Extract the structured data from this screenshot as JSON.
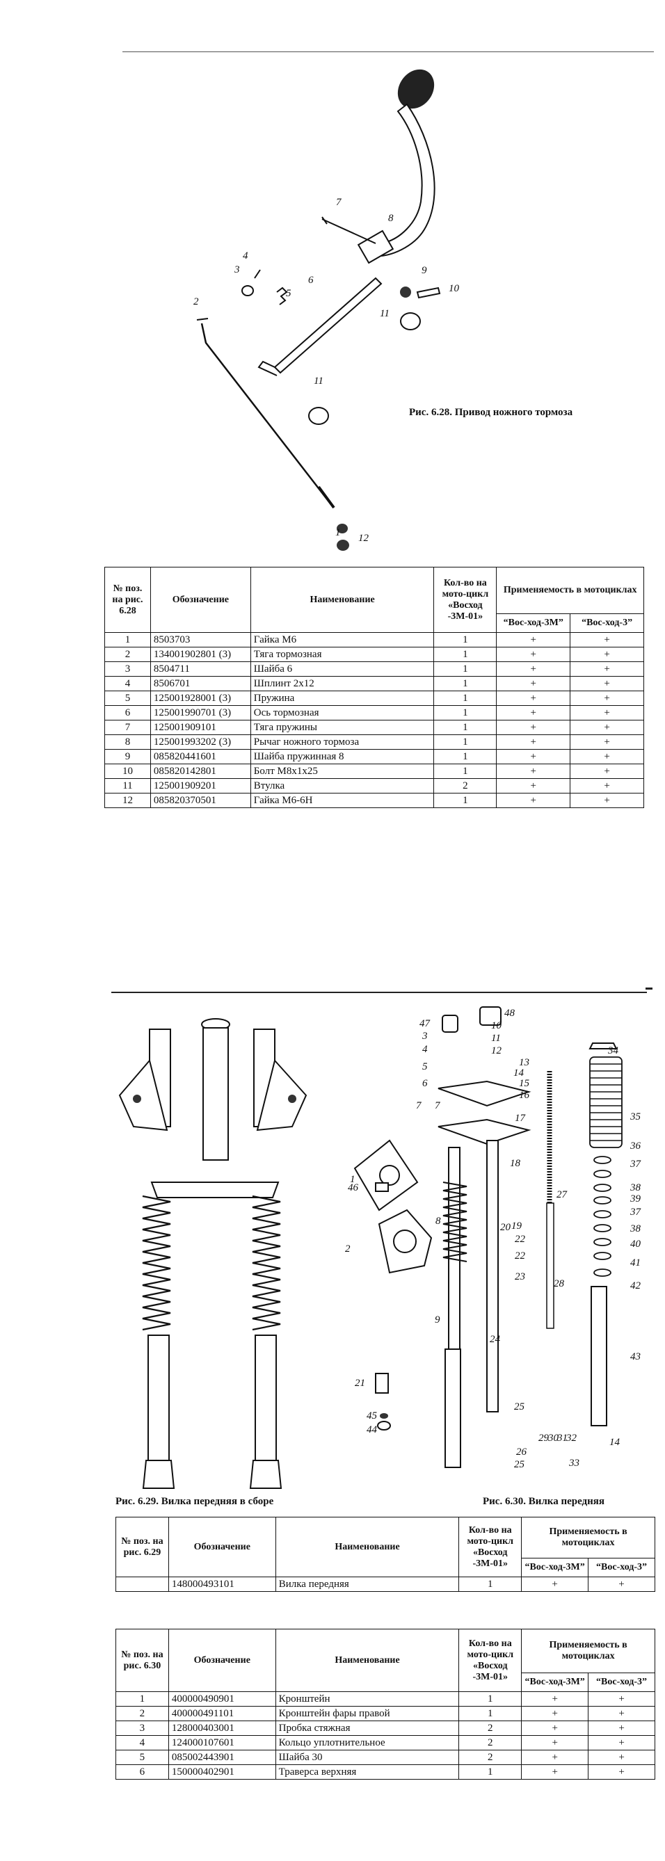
{
  "fig628": {
    "caption": "Рис. 6.28. Привод ножного тормоза",
    "callouts": [
      "1",
      "2",
      "3",
      "4",
      "5",
      "6",
      "7",
      "8",
      "9",
      "10",
      "11",
      "11",
      "12"
    ]
  },
  "table1": {
    "headers": {
      "pos": "№ поз. на рис. 6.28",
      "designation": "Обозначение",
      "name": "Наименование",
      "qty": "Кол-во на мото-цикл «Восход -3М-01»",
      "applicability": "Применяемость в мотоциклах",
      "col1": "“Вос-ход-3М”",
      "col2": "“Вос-ход-3”"
    },
    "rows": [
      [
        "1",
        "8503703",
        "Гайка М6",
        "1",
        "+",
        "+"
      ],
      [
        "2",
        "134001902801 (3)",
        "Тяга тормозная",
        "1",
        "+",
        "+"
      ],
      [
        "3",
        "8504711",
        "Шайба 6",
        "1",
        "+",
        "+"
      ],
      [
        "4",
        "8506701",
        "Шплинт 2х12",
        "1",
        "+",
        "+"
      ],
      [
        "5",
        "125001928001 (3)",
        "Пружина",
        "1",
        "+",
        "+"
      ],
      [
        "6",
        "125001990701 (3)",
        "Ось тормозная",
        "1",
        "+",
        "+"
      ],
      [
        "7",
        "125001909101",
        "Тяга пружины",
        "1",
        "+",
        "+"
      ],
      [
        "8",
        "125001993202 (3)",
        "Рычаг ножного тормоза",
        "1",
        "+",
        "+"
      ],
      [
        "9",
        "085820441601",
        "Шайба пружинная 8",
        "1",
        "+",
        "+"
      ],
      [
        "10",
        "085820142801",
        "Болт М8х1х25",
        "1",
        "+",
        "+"
      ],
      [
        "11",
        "125001909201",
        "Втулка",
        "2",
        "+",
        "+"
      ],
      [
        "12",
        "085820370501",
        "Гайка М6-6Н",
        "1",
        "+",
        "+"
      ]
    ]
  },
  "fig629": {
    "caption": "Рис. 6.29. Вилка передняя в сборе"
  },
  "fig630": {
    "caption": "Рис. 6.30. Вилка передняя",
    "callouts": [
      "1",
      "2",
      "3",
      "4",
      "5",
      "6",
      "7",
      "7",
      "8",
      "9",
      "10",
      "11",
      "12",
      "13",
      "14",
      "14",
      "15",
      "16",
      "17",
      "18",
      "19",
      "20",
      "21",
      "22",
      "22",
      "23",
      "24",
      "25",
      "25",
      "26",
      "27",
      "28",
      "29",
      "30",
      "31",
      "32",
      "33",
      "34",
      "35",
      "36",
      "37",
      "37",
      "38",
      "38",
      "39",
      "40",
      "41",
      "42",
      "43",
      "44",
      "45",
      "46",
      "47",
      "48"
    ]
  },
  "table2": {
    "headers": {
      "pos": "№ поз. на рис. 6.29",
      "designation": "Обозначение",
      "name": "Наименование",
      "qty": "Кол-во на мото-цикл «Восход -3М-01»",
      "applicability": "Применяемость в мотоциклах",
      "col1": "“Вос-ход-3М”",
      "col2": "“Вос-ход-3”"
    },
    "rows": [
      [
        "",
        "148000493101",
        "Вилка передняя",
        "1",
        "+",
        "+"
      ]
    ]
  },
  "table3": {
    "headers": {
      "pos": "№ поз. на рис. 6.30",
      "designation": "Обозначение",
      "name": "Наименование",
      "qty": "Кол-во на мото-цикл «Восход -3М-01»",
      "applicability": "Применяемость в мотоциклах",
      "col1": "“Вос-ход-3М”",
      "col2": "“Вос-ход-3”"
    },
    "rows": [
      [
        "1",
        "400000490901",
        "Кронштейн",
        "1",
        "+",
        "+"
      ],
      [
        "2",
        "400000491101",
        "Кронштейн фары правой",
        "1",
        "+",
        "+"
      ],
      [
        "3",
        "128000403001",
        "Пробка стяжная",
        "2",
        "+",
        "+"
      ],
      [
        "4",
        "124000107601",
        "Кольцо уплотнительное",
        "2",
        "+",
        "+"
      ],
      [
        "5",
        "085002443901",
        "Шайба 30",
        "2",
        "+",
        "+"
      ],
      [
        "6",
        "150000402901",
        "Траверса верхняя",
        "1",
        "+",
        "+"
      ]
    ]
  }
}
